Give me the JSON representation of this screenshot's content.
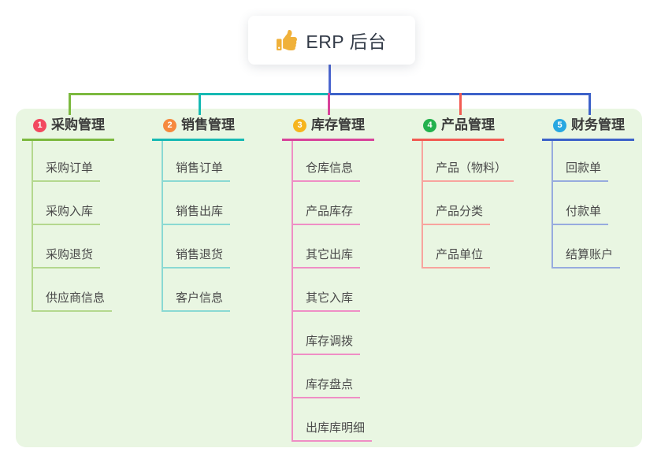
{
  "root": {
    "label": "ERP 后台",
    "icon": "thumbs-up-icon"
  },
  "branches": [
    {
      "badge": "1",
      "title": "采购管理",
      "colors": {
        "badge": "#f2495f",
        "line": "#7cb93f",
        "child_line": "#b4d88e"
      },
      "children": [
        "采购订单",
        "采购入库",
        "采购退货",
        "供应商信息"
      ]
    },
    {
      "badge": "2",
      "title": "销售管理",
      "colors": {
        "badge": "#f6893e",
        "line": "#16b9b3",
        "child_line": "#8ad9d3"
      },
      "children": [
        "销售订单",
        "销售出库",
        "销售退货",
        "客户信息"
      ]
    },
    {
      "badge": "3",
      "title": "库存管理",
      "colors": {
        "badge": "#f6b51d",
        "line": "#d8439a",
        "child_line": "#ef8ec5"
      },
      "children": [
        "仓库信息",
        "产品库存",
        "其它出库",
        "其它入库",
        "库存调拨",
        "库存盘点",
        "出库库明细"
      ]
    },
    {
      "badge": "4",
      "title": "产品管理",
      "colors": {
        "badge": "#23b14d",
        "line": "#f25b52",
        "child_line": "#f8a49e"
      },
      "children": [
        "产品（物料）",
        "产品分类",
        "产品单位"
      ]
    },
    {
      "badge": "5",
      "title": "财务管理",
      "colors": {
        "badge": "#28a7e1",
        "line": "#3d62c9",
        "child_line": "#97abde"
      },
      "children": [
        "回款单",
        "付款单",
        "结算账户"
      ]
    }
  ],
  "colors": {
    "canvas_bg": "#ffffff",
    "panel_bg": "#e9f6e2",
    "root_line": "#4c66cf",
    "icon_color": "#f0b13a"
  }
}
